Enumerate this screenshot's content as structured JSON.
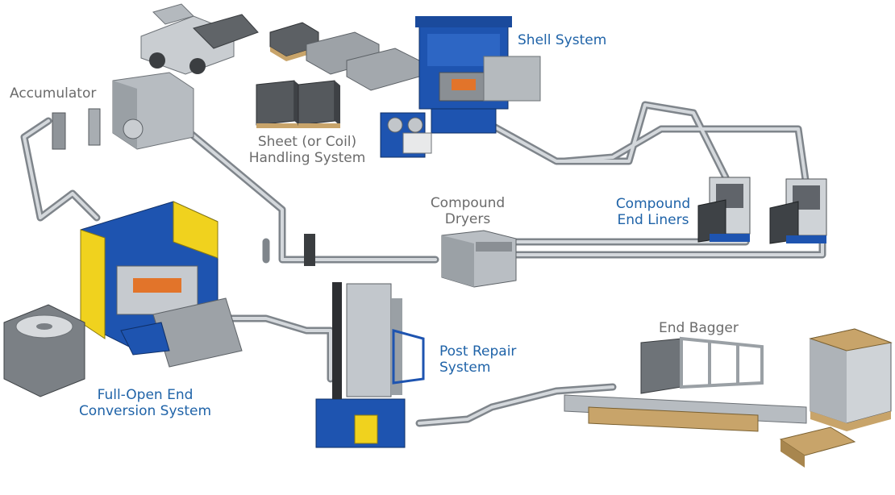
{
  "colors": {
    "label_gray": "#6b6b6b",
    "label_blue": "#1f63a8",
    "machine_blue": "#1e54b0",
    "machine_yellow": "#f0d21e",
    "conveyor_gray": "#a9adb1"
  },
  "labels": {
    "accumulator": "Accumulator",
    "shell_system": "Shell System",
    "sheet_handling_line1": "Sheet (or Coil)",
    "sheet_handling_line2": "Handling System",
    "compound_dryers_line1": "Compound",
    "compound_dryers_line2": "Dryers",
    "compound_end_liners_line1": "Compound",
    "compound_end_liners_line2": "End Liners",
    "post_repair_line1": "Post Repair",
    "post_repair_line2": "System",
    "end_bagger": "End Bagger",
    "full_open_line1": "Full-Open End",
    "full_open_line2": "Conversion System"
  }
}
